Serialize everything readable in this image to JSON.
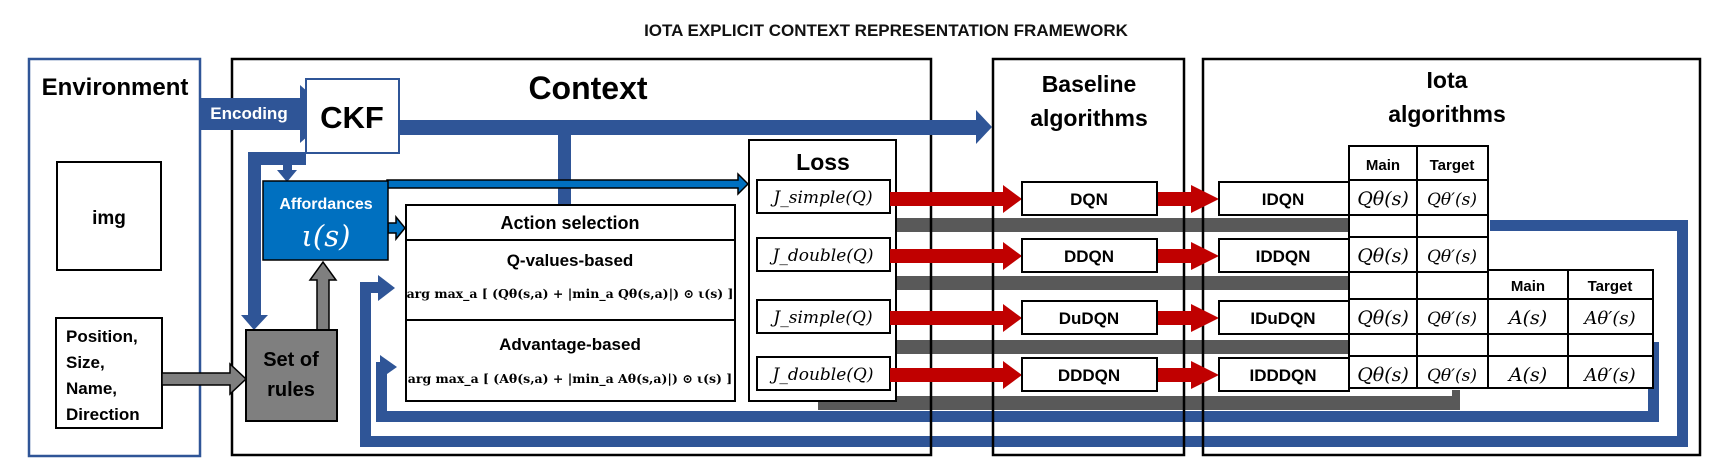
{
  "title": "IOTA EXPLICIT CONTEXT REPRESENTATION FRAMEWORK",
  "environment": {
    "label": "Environment",
    "img_label": "img",
    "attributes": [
      "Position,",
      "Size,",
      "Name,",
      "Direction"
    ]
  },
  "encoding_label": "Encoding",
  "context": {
    "label": "Context",
    "ckf_label": "CKF",
    "affordances_label": "Affordances",
    "affordances_symbol": "ι(s)",
    "rules_lines": [
      "Set of",
      "rules"
    ],
    "action_selection": {
      "header": "Action selection",
      "q_title": "Q-values-based",
      "q_formula": "arg max_a [ (Qθ(s,a) + |min_a Qθ(s,a)|) ⊙ ι(s) ]",
      "adv_title": "Advantage-based",
      "adv_formula": "arg max_a [ (Aθ(s,a) + |min_a Aθ(s,a)|) ⊙ ι(s) ]"
    },
    "loss": {
      "header": "Loss",
      "items": [
        "J_simple(Q)",
        "J_double(Q)",
        "J_simple(Q)",
        "J_double(Q)"
      ]
    }
  },
  "baseline": {
    "title_lines": [
      "Baseline",
      "algorithms"
    ],
    "items": [
      "DQN",
      "DDQN",
      "DuDQN",
      "DDDQN"
    ]
  },
  "iota": {
    "title_lines": [
      "Iota",
      "algorithms"
    ],
    "items": [
      "IDQN",
      "IDDQN",
      "IDuDQN",
      "IDDDQN"
    ],
    "q_headers": [
      "Main",
      "Target"
    ],
    "q_main": "Qθ(s)",
    "q_target": "Qθ′(s)",
    "a_headers": [
      "Main",
      "Target"
    ],
    "a_main": "A(s)",
    "a_target": "Aθ′(s)"
  },
  "colors": {
    "blue": "#2f5597",
    "bright_blue": "#0070c0",
    "red": "#c00000",
    "gray": "#595959",
    "rules_fill": "#7f7f7f",
    "border": "#000000"
  }
}
